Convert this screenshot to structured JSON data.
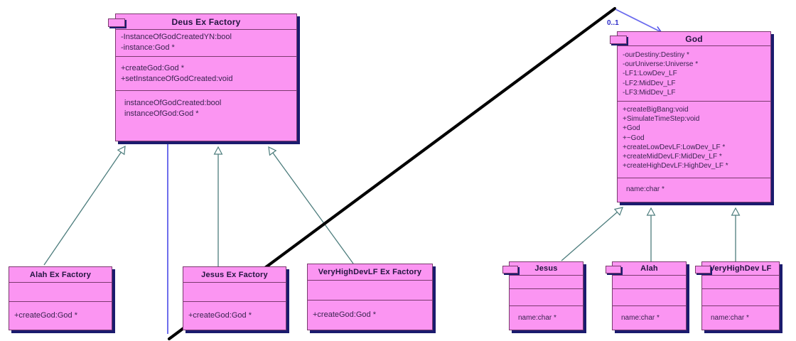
{
  "diagram": {
    "type": "uml-class-diagram",
    "background": "#ffffff",
    "class_fill": "#FB95F2",
    "class_border": "#7a3a6e",
    "shadow_color": "#1b1b6e",
    "connector_color": "#4d7d7d",
    "association_color": "#4a4ae8",
    "overlay_line_color": "#000000",
    "multiplicity_label": "0..1"
  },
  "classes": {
    "deus_ex_factory": {
      "name": "Deus Ex Factory",
      "attributes": [
        "-InstanceOfGodCreatedYN:bool",
        "-instance:God *"
      ],
      "operations": [
        "+createGod:God *",
        "+setInstanceOfGodCreated:void"
      ],
      "extra": [
        "instanceOfGodCreated:bool",
        "instanceOfGod:God *"
      ]
    },
    "god": {
      "name": "God",
      "attributes": [
        "-ourDestiny:Destiny *",
        "-ourUniverse:Universe *",
        "-LF1:LowDev_LF",
        "-LF2:MidDev_LF",
        "-LF3:MidDev_LF"
      ],
      "operations": [
        "+createBigBang:void",
        "+SimulateTimeStep:void",
        "+God",
        "+~God",
        "+createLowDevLF:LowDev_LF *",
        "+createMidDevLF:MidDev_LF *",
        "+createHighDevLF:HighDev_LF *"
      ],
      "extra": [
        "name:char *"
      ]
    },
    "alah_ex_factory": {
      "name": "Alah Ex Factory",
      "attributes": [],
      "operations": [
        "+createGod:God *"
      ]
    },
    "jesus_ex_factory": {
      "name": "Jesus Ex Factory",
      "attributes": [],
      "operations": [
        "+createGod:God *"
      ]
    },
    "veryhighdevlf_ex_factory": {
      "name": "VeryHighDevLF Ex Factory",
      "attributes": [],
      "operations": [
        "+createGod:God *"
      ]
    },
    "jesus": {
      "name": "Jesus",
      "attributes": [],
      "operations": [],
      "extra": [
        "name:char *"
      ]
    },
    "alah": {
      "name": "Alah",
      "attributes": [],
      "operations": [],
      "extra": [
        "name:char *"
      ]
    },
    "veryhighdev_lf": {
      "name": "VeryHighDev LF",
      "attributes": [],
      "operations": [],
      "extra": [
        "name:char *"
      ]
    }
  },
  "relationships": [
    {
      "kind": "generalization",
      "from": "alah_ex_factory",
      "to": "deus_ex_factory"
    },
    {
      "kind": "generalization",
      "from": "jesus_ex_factory",
      "to": "deus_ex_factory"
    },
    {
      "kind": "generalization",
      "from": "veryhighdevlf_ex_factory",
      "to": "deus_ex_factory"
    },
    {
      "kind": "generalization",
      "from": "jesus",
      "to": "god"
    },
    {
      "kind": "generalization",
      "from": "alah",
      "to": "god"
    },
    {
      "kind": "generalization",
      "from": "veryhighdev_lf",
      "to": "god"
    },
    {
      "kind": "association",
      "from": "deus_ex_factory",
      "to": "god",
      "multiplicity": "0..1"
    }
  ]
}
